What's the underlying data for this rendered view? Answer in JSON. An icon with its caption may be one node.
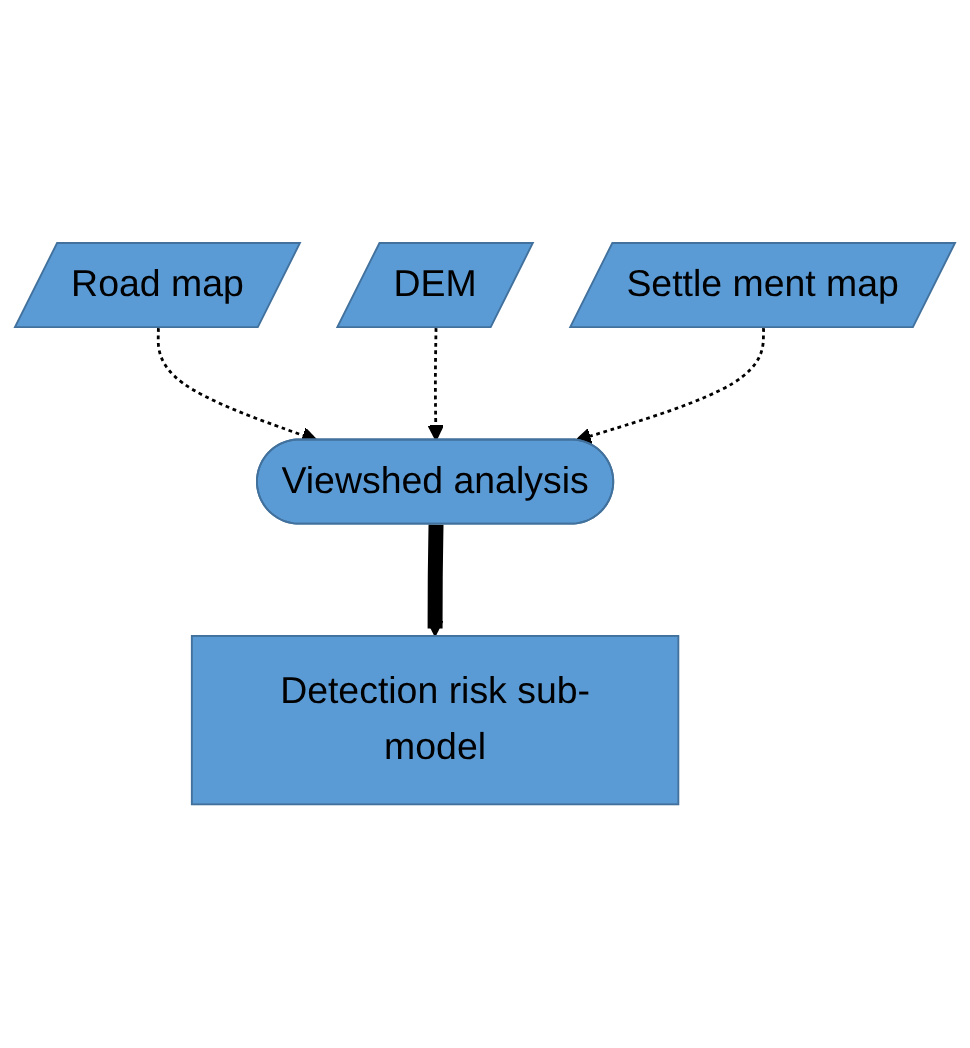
{
  "diagram": {
    "nodes": [
      {
        "text": [
          "Road map"
        ]
      },
      {
        "text": [
          "DEM"
        ]
      },
      {
        "text": [
          "Settle ment map"
        ]
      },
      {
        "text": [
          "Viewshed analysis"
        ]
      },
      {
        "text": [
          "Detection risk sub-model"
        ]
      }
    ],
    "edges": [
      {
        "from": 0,
        "to": 3,
        "arrow": "to",
        "style": "dashed"
      },
      {
        "from": 1,
        "to": 3,
        "arrow": "to",
        "style": "dashed"
      },
      {
        "from": 2,
        "to": 3,
        "arrow": "to",
        "style": "dashed"
      },
      {
        "from": 3,
        "to": 4,
        "arrow": "to",
        "style": "thick"
      }
    ]
  }
}
